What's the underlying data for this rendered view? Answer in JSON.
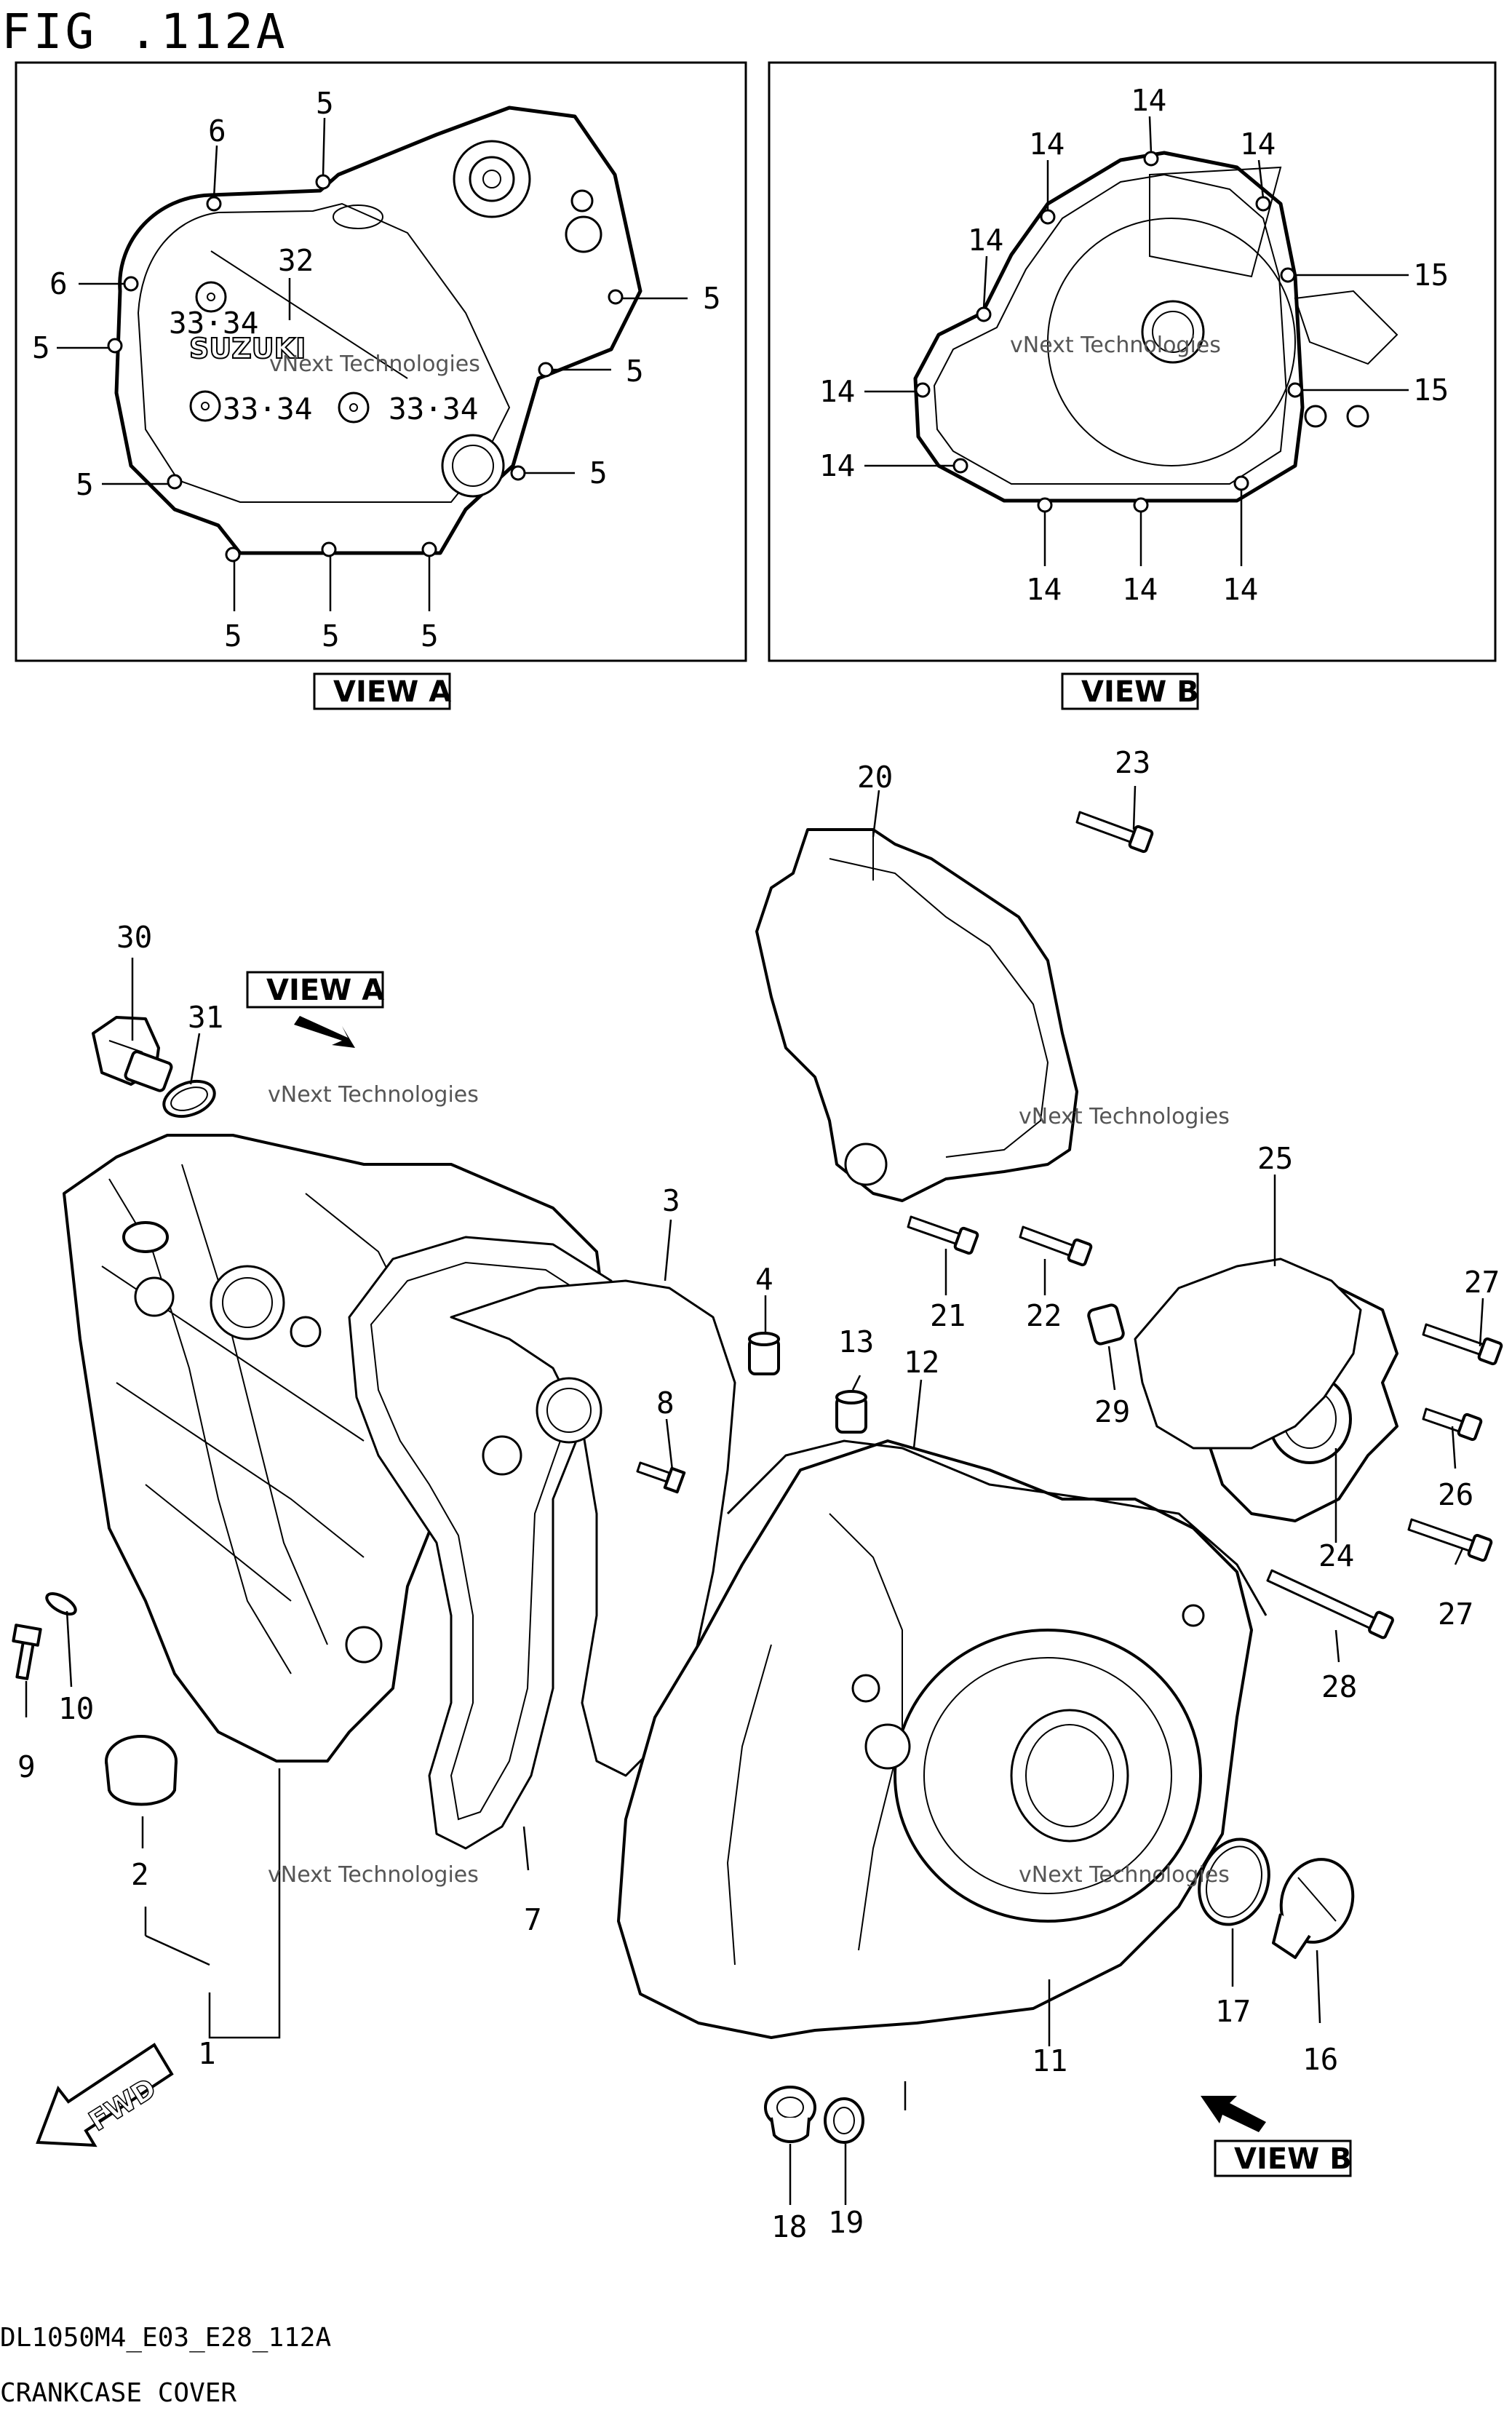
{
  "figure": {
    "title": "FIG .112A",
    "model_code": "DL1050M4_E03_E28_112A",
    "caption": "CRANKCASE COVER"
  },
  "views": {
    "view_a_tag": "VIEW A",
    "view_b_tag": "VIEW B",
    "view_a_pointer": "VIEW A",
    "view_b_pointer": "VIEW B"
  },
  "watermark": {
    "small": "vNext Technologies",
    "big_line1": "vNext",
    "big_line2": "Technologies"
  },
  "view_a_labels": {
    "bolt_5": "5",
    "bolt_6": "6",
    "plug_32": "32",
    "plug_33_34": "33·34",
    "brand": "SUZUKI"
  },
  "view_b_labels": {
    "bolt_14": "14",
    "bolt_15": "15"
  },
  "fwd": "FWD",
  "parts": {
    "p1": "1",
    "p2": "2",
    "p3": "3",
    "p4": "4",
    "p7": "7",
    "p8": "8",
    "p9": "9",
    "p10": "10",
    "p11": "11",
    "p12": "12",
    "p13": "13",
    "p16": "16",
    "p17": "17",
    "p18": "18",
    "p19": "19",
    "p20": "20",
    "p21": "21",
    "p22": "22",
    "p23": "23",
    "p24": "24",
    "p25": "25",
    "p26": "26",
    "p27": "27",
    "p28": "28",
    "p29": "29",
    "p30": "30",
    "p31": "31"
  }
}
